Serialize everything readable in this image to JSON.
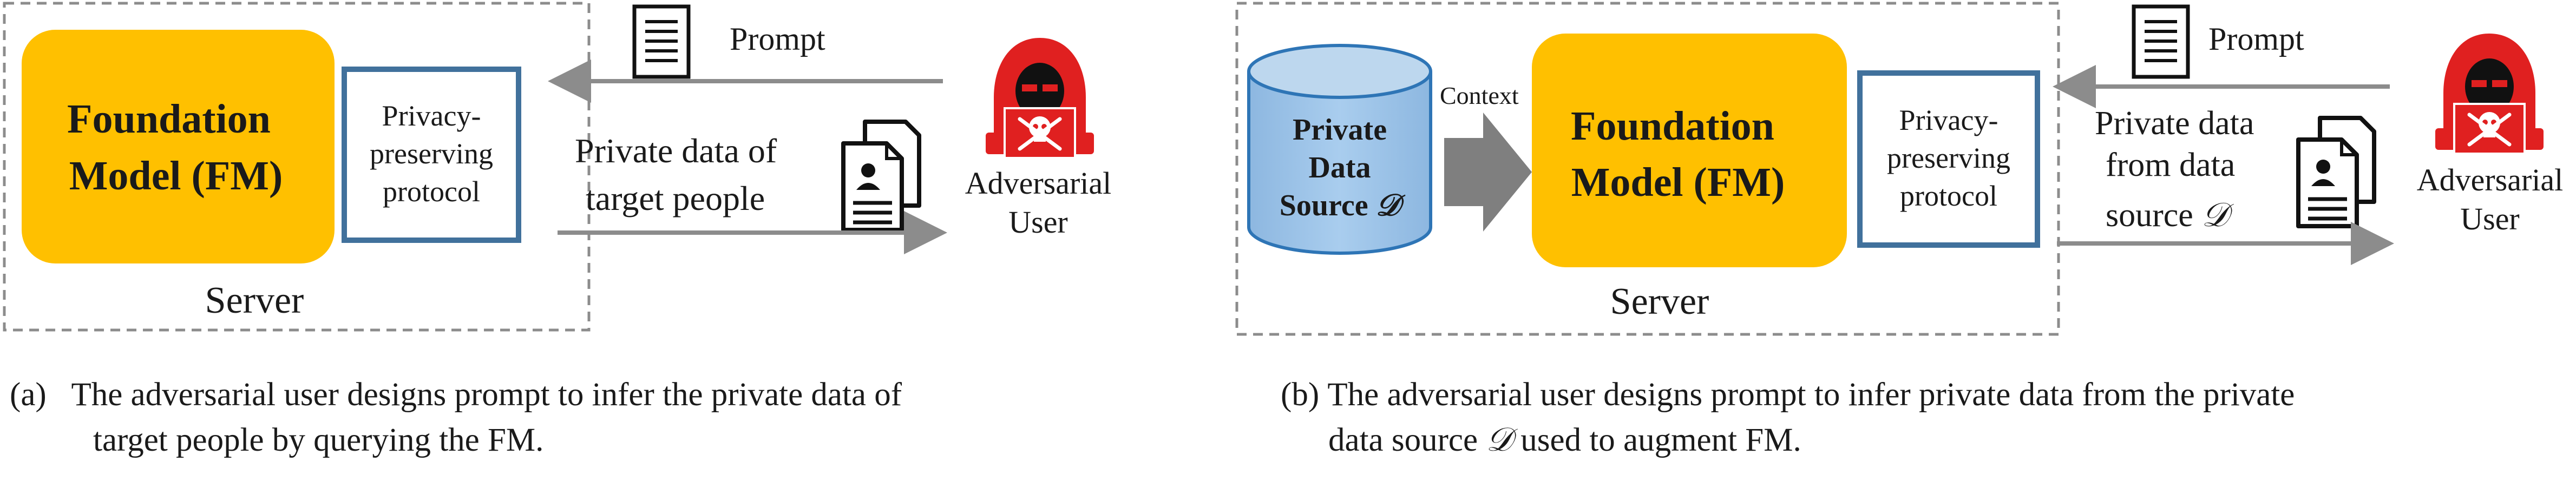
{
  "panel_a": {
    "server_label": "Server",
    "model_label_line1": "Foundation",
    "model_label_line2": "Model (FM)",
    "protocol_line1": "Privacy-",
    "protocol_line2": "preserving",
    "protocol_line3": "protocol",
    "prompt_label": "Prompt",
    "data_label_line1": "Private data of",
    "data_label_line2": "target people",
    "user_line1": "Adversarial",
    "user_line2": "User",
    "caption_marker": "(a)",
    "caption_line1": "The adversarial user designs prompt to infer the private data of",
    "caption_line2": "target people by querying the FM."
  },
  "panel_b": {
    "server_label": "Server",
    "source_line1": "Private",
    "source_line2": "Data",
    "source_line3": "Source",
    "source_symbol": "𝒟",
    "context_label": "Context",
    "model_label_line1": "Foundation",
    "model_label_line2": "Model (FM)",
    "protocol_line1": "Privacy-",
    "protocol_line2": "preserving",
    "protocol_line3": "protocol",
    "prompt_label": "Prompt",
    "data_label_line1": "Private data",
    "data_label_line2": "from data",
    "data_label_line3": "source",
    "data_symbol": "𝒟",
    "user_line1": "Adversarial",
    "user_line2": "User",
    "caption_marker": "(b)",
    "caption_line1": "The adversarial user designs prompt to infer private data from the private",
    "caption_line2_pre": "data source",
    "caption_symbol": "𝒟",
    "caption_line2_post": "used to augment FM."
  },
  "colors": {
    "model_fill": "#FFC000",
    "protocol_border": "#41719C",
    "database_fill": "#9DC3E6",
    "database_stroke": "#2E75B6",
    "arrow": "#8C8C8C",
    "server_border": "#8C8C8C",
    "hacker_red": "#E02020"
  }
}
